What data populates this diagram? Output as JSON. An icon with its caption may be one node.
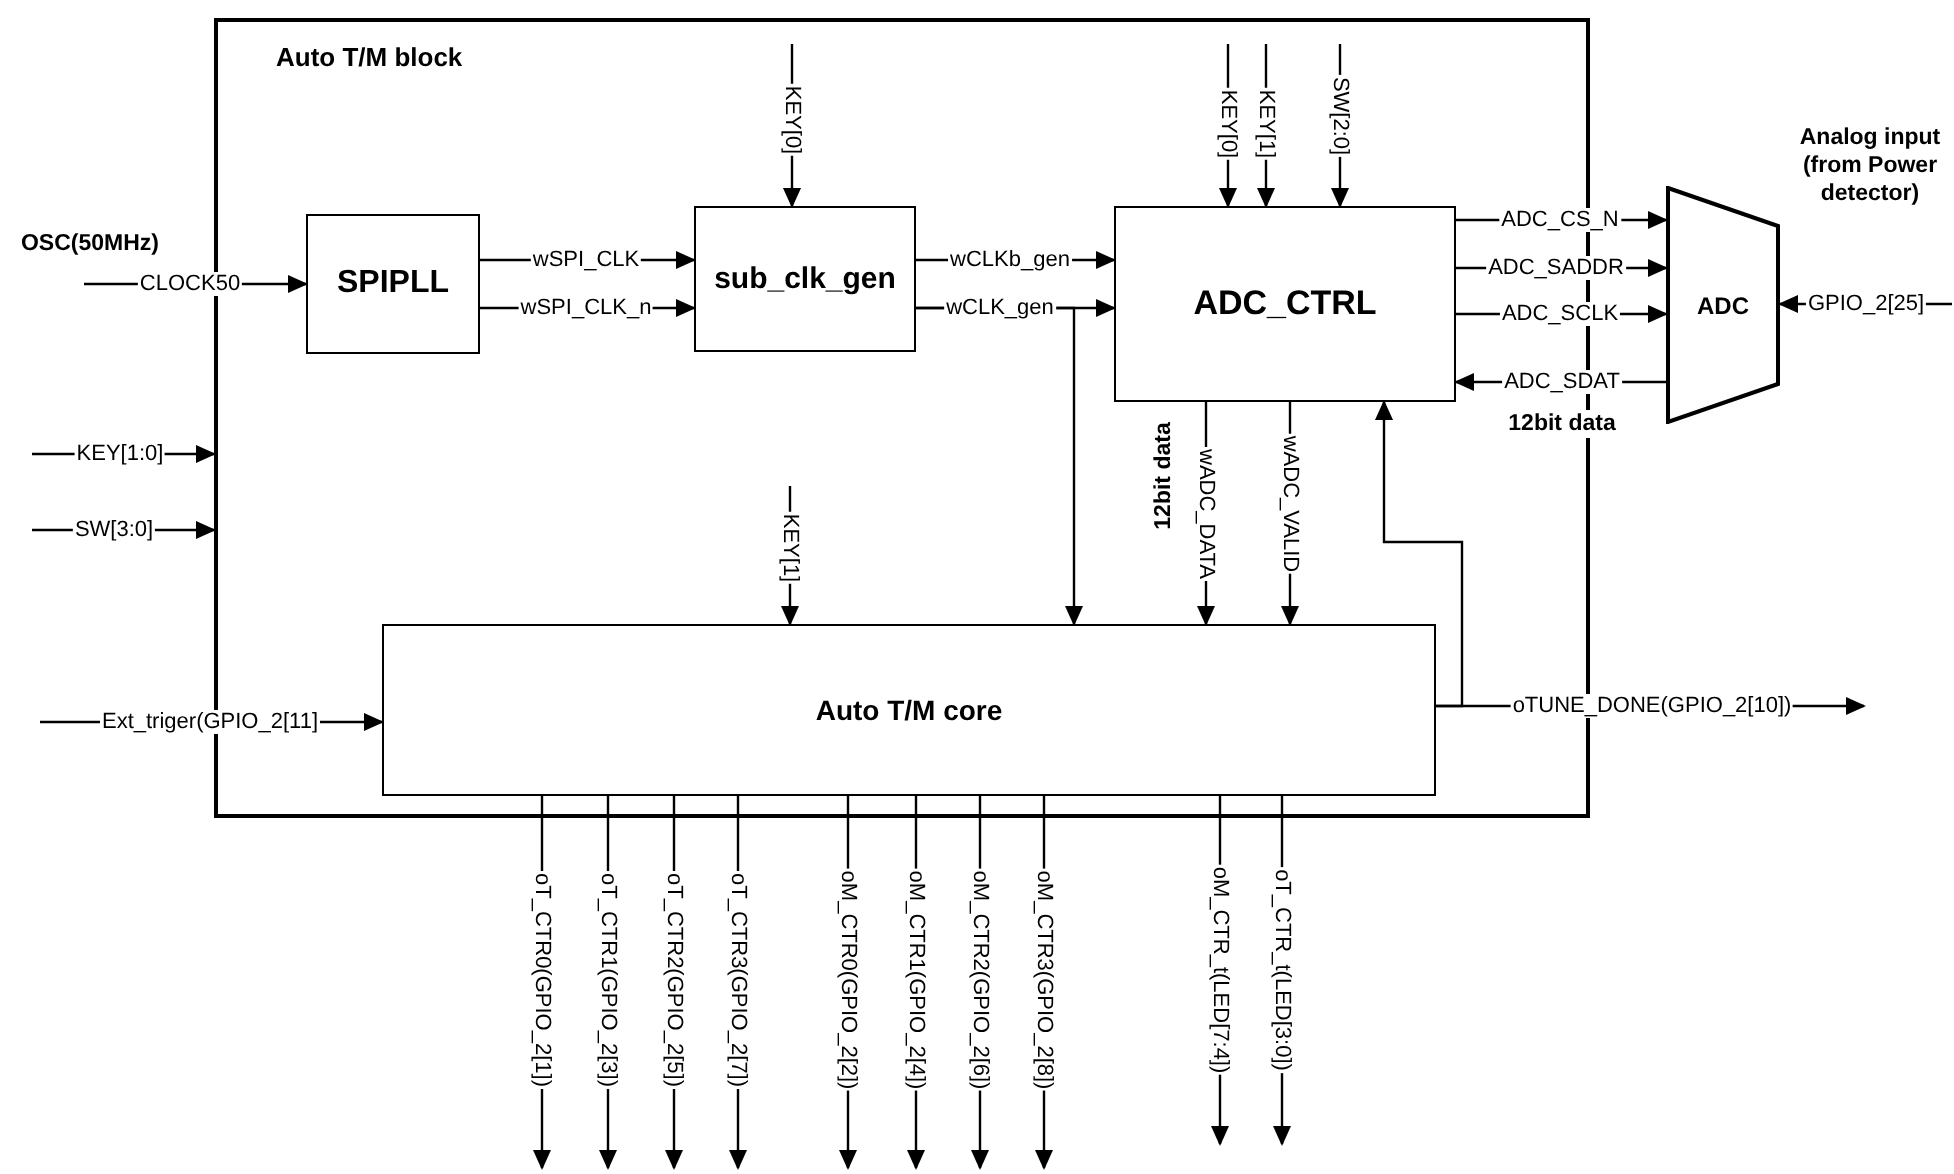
{
  "diagram": {
    "nodes": [
      {
        "text": [
          "Auto T/M block"
        ]
      },
      {
        "text": [
          "SPIPLL"
        ],
        "in": 0
      },
      {
        "text": [
          "sub_clk_gen"
        ],
        "in": 0
      },
      {
        "text": [
          "ADC_CTRL"
        ],
        "in": 0
      },
      {
        "text": [
          "Auto T/M core"
        ],
        "in": 0
      },
      {
        "text": [
          "ADC"
        ]
      }
    ],
    "edges": [
      {
        "from": null,
        "to": 1,
        "arrow": "to",
        "label": "CLOCK50"
      },
      {
        "from": null,
        "to": 0,
        "arrow": "to",
        "label": "KEY[1:0]"
      },
      {
        "from": null,
        "to": 0,
        "arrow": "to",
        "label": "SW[3:0]"
      },
      {
        "from": null,
        "to": 4,
        "arrow": "to",
        "label": "Ext_triger(GPIO_2[11]"
      },
      {
        "from": null,
        "to": 2,
        "arrow": "to",
        "label": "KEY[0]"
      },
      {
        "from": 1,
        "to": 2,
        "arrow": "to",
        "label": "wSPI_CLK"
      },
      {
        "from": 1,
        "to": 2,
        "arrow": "to",
        "label": "wSPI_CLK_n"
      },
      {
        "from": 2,
        "to": 3,
        "arrow": "to",
        "label": "wCLKb_gen"
      },
      {
        "from": 2,
        "to": 3,
        "arrow": "to",
        "label": "wCLK_gen"
      },
      {
        "from": 2,
        "to": 4,
        "arrow": "to"
      },
      {
        "from": null,
        "to": 3,
        "arrow": "to",
        "label": "KEY[0]"
      },
      {
        "from": null,
        "to": 3,
        "arrow": "to",
        "label": "KEY[1]"
      },
      {
        "from": null,
        "to": 3,
        "arrow": "to",
        "label": "SW[2:0]"
      },
      {
        "from": 3,
        "to": 5,
        "arrow": "to",
        "label": "ADC_CS_N"
      },
      {
        "from": 3,
        "to": 5,
        "arrow": "to",
        "label": "ADC_SADDR"
      },
      {
        "from": 3,
        "to": 5,
        "arrow": "to",
        "label": "ADC_SCLK"
      },
      {
        "from": 5,
        "to": 3,
        "arrow": "to",
        "label": "ADC_SDAT"
      },
      {
        "from": null,
        "to": 5,
        "arrow": "to",
        "label": "GPIO_2[25]"
      },
      {
        "from": null,
        "to": 4,
        "arrow": "to",
        "label": "KEY[1]"
      },
      {
        "from": 3,
        "to": 4,
        "arrow": "to",
        "label": "wADC_DATA"
      },
      {
        "from": 3,
        "to": 4,
        "arrow": "to",
        "label": "wADC_VALID"
      },
      {
        "from": 4,
        "to": null,
        "arrow": "to",
        "label": "oTUNE_DONE(GPIO_2[10])"
      },
      {
        "from": 4,
        "to": 3,
        "arrow": "to"
      },
      {
        "from": 4,
        "to": null,
        "arrow": "to",
        "label": "oT_CTR0(GPIO_2[1])"
      },
      {
        "from": 4,
        "to": null,
        "arrow": "to",
        "label": "oT_CTR1(GPIO_2[3])"
      },
      {
        "from": 4,
        "to": null,
        "arrow": "to",
        "label": "oT_CTR2(GPIO_2[5])"
      },
      {
        "from": 4,
        "to": null,
        "arrow": "to",
        "label": "oT_CTR3(GPIO_2[7])"
      },
      {
        "from": 4,
        "to": null,
        "arrow": "to",
        "label": "oM_CTR0(GPIO_2[2])"
      },
      {
        "from": 4,
        "to": null,
        "arrow": "to",
        "label": "oM_CTR1(GPIO_2[4])"
      },
      {
        "from": 4,
        "to": null,
        "arrow": "to",
        "label": "oM_CTR2(GPIO_2[6])"
      },
      {
        "from": 4,
        "to": null,
        "arrow": "to",
        "label": "oM_CTR3(GPIO_2[8])"
      },
      {
        "from": 4,
        "to": null,
        "arrow": "to",
        "label": "oM_CTR_t(LED[7:4])"
      },
      {
        "from": 4,
        "to": null,
        "arrow": "to",
        "label": "oT_CTR_t(LED[3:0])"
      }
    ],
    "labels": [
      "Analog input (from Power detector)",
      "OSC(50MHz)",
      "12bit data",
      "12bit data"
    ]
  }
}
